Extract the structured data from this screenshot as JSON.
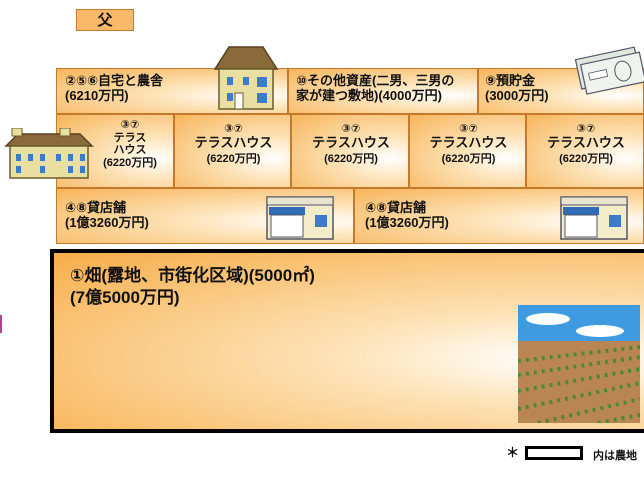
{
  "header": {
    "father_label": "父"
  },
  "row1": [
    {
      "numbers": "②⑤⑥",
      "title": "自宅と農舎",
      "value": "(6210万円)"
    },
    {
      "numbers": "⑩",
      "title": "その他資産(二男、三男の",
      "title2": "家が建つ敷地)(4000万円)"
    },
    {
      "numbers": "⑨",
      "title": "預貯金",
      "value": "(3000万円)"
    }
  ],
  "row2": [
    {
      "numbers": "③⑦",
      "line1": "テラス",
      "line2": "ハウス",
      "value": "(6220万円)"
    },
    {
      "numbers": "③⑦",
      "line1": "テラスハウス",
      "value": "(6220万円)"
    },
    {
      "numbers": "③⑦",
      "line1": "テラスハウス",
      "value": "(6220万円)"
    },
    {
      "numbers": "③⑦",
      "line1": "テラスハウス",
      "value": "(6220万円)"
    },
    {
      "numbers": "③⑦",
      "line1": "テラスハウス",
      "value": "(6220万円)"
    }
  ],
  "row3": [
    {
      "numbers": "④⑧",
      "title": "貸店舗",
      "value": "(1億3260万円)"
    },
    {
      "numbers": "④⑧",
      "title": "貸店舗",
      "value": "(1億3260万円)"
    }
  ],
  "farm": {
    "numbers": "①",
    "title": "畑(露地、市街化区域)(5000㎡)",
    "value": "(7億5000万円)"
  },
  "legend": {
    "star": "＊",
    "text": "内は農地"
  }
}
